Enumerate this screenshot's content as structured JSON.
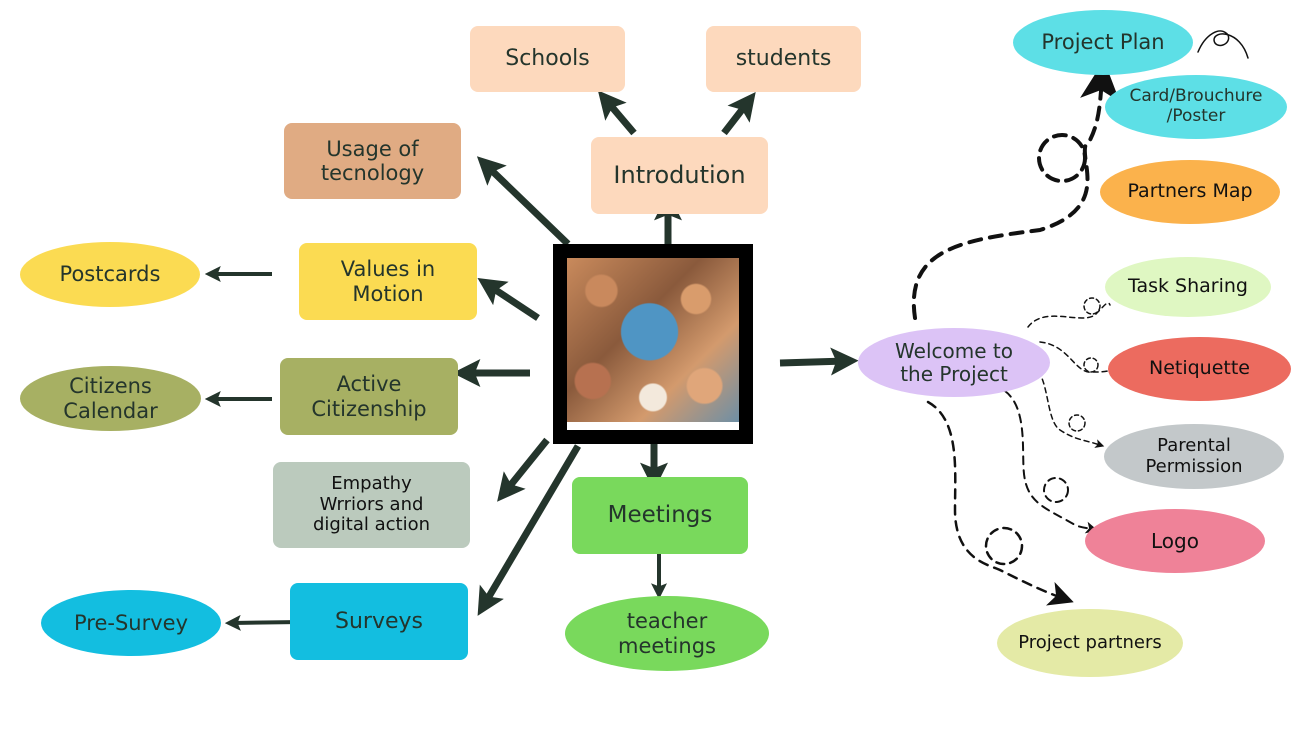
{
  "diagram": {
    "center_image": {
      "label": "Globe with children illustration",
      "icon": "photo-icon"
    },
    "left_nodes": [
      {
        "id": "introduction",
        "label": "Introdution",
        "color": "#fdd9bd"
      },
      {
        "id": "schools",
        "label": "Schools",
        "color": "#fdd9bd"
      },
      {
        "id": "students",
        "label": "students",
        "color": "#fdd9bd"
      },
      {
        "id": "usage",
        "label": "Usage of\ntecnology",
        "color": "#e0ab83"
      },
      {
        "id": "values",
        "label": "Values in\nMotion",
        "color": "#fbdb52"
      },
      {
        "id": "postcards",
        "label": "Postcards",
        "color": "#fbdb52"
      },
      {
        "id": "active",
        "label": "Active\nCitizenship",
        "color": "#a7b063"
      },
      {
        "id": "citizens",
        "label": "Citizens\nCalendar",
        "color": "#a7b063"
      },
      {
        "id": "empathy",
        "label": "Empathy\nWrriors and\ndigital action",
        "color": "#bbcabd"
      },
      {
        "id": "surveys",
        "label": "Surveys",
        "color": "#13bee0"
      },
      {
        "id": "presurvey",
        "label": "Pre-Survey",
        "color": "#13bee0"
      },
      {
        "id": "meetings",
        "label": "Meetings",
        "color": "#79d95c"
      },
      {
        "id": "teacher",
        "label": "teacher\nmeetings",
        "color": "#79d95c"
      }
    ],
    "right_nodes": [
      {
        "id": "welcome",
        "label": "Welcome to\nthe Project",
        "color": "#dcc3f6"
      },
      {
        "id": "projectplan",
        "label": "Project Plan",
        "color": "#5ddfe6"
      },
      {
        "id": "card",
        "label": "Card/Brouchure\n/Poster",
        "color": "#5ddfe6"
      },
      {
        "id": "partnersmap",
        "label": "Partners Map",
        "color": "#fbb24c"
      },
      {
        "id": "tasksharing",
        "label": "Task Sharing",
        "color": "#dff7c2"
      },
      {
        "id": "netiquette",
        "label": "Netiquette",
        "color": "#ec6b5f"
      },
      {
        "id": "parental",
        "label": "Parental\nPermission",
        "color": "#c3c8ca"
      },
      {
        "id": "logo",
        "label": "Logo",
        "color": "#ef8298"
      },
      {
        "id": "projectpartners",
        "label": "Project partners",
        "color": "#e4eaa6"
      }
    ],
    "arrow_color": "#24352c",
    "dashed_color": "#111111"
  }
}
